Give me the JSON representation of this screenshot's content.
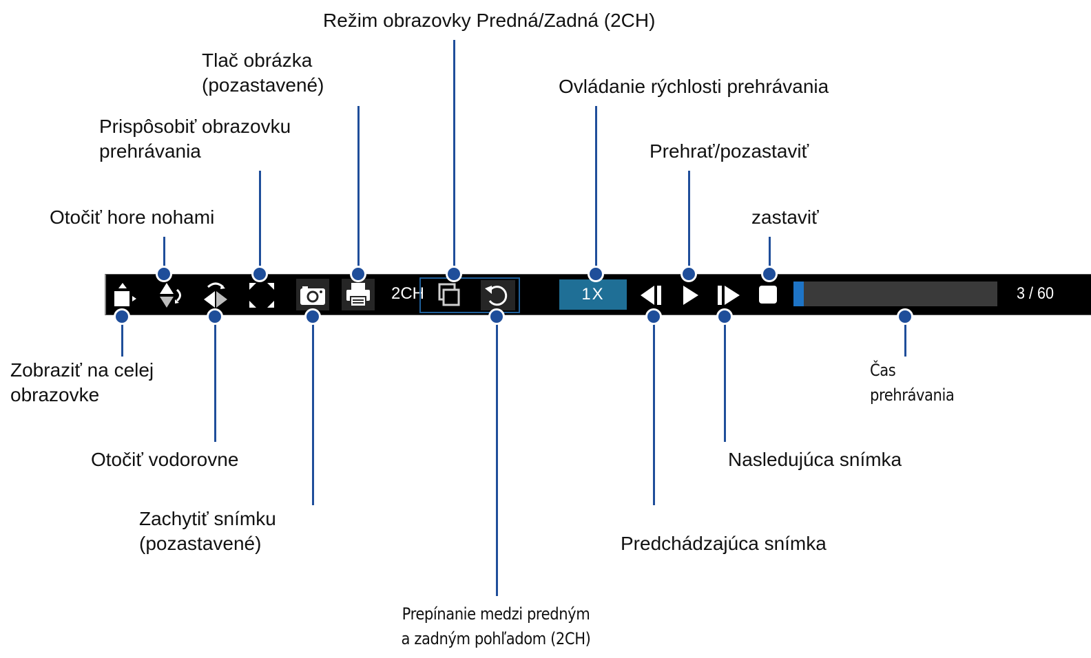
{
  "toolbar": {
    "twoch_label": "2CH",
    "speed_label": "1X",
    "playback_progress": 0.05,
    "frame_counter": "3 / 60",
    "colors": {
      "toolbar_bg": "#000000",
      "speed_button": "#1f6f96",
      "progress_fill": "#1e74c6",
      "callout_line": "#1f4e9a"
    },
    "icons": [
      "fullscreen-icon",
      "flip-vertical-icon",
      "mirror-horizontal-icon",
      "fit-screen-icon",
      "camera-icon",
      "printer-icon",
      "dual-channel-icon",
      "switch-view-icon",
      "previous-frame-icon",
      "play-icon",
      "next-frame-icon",
      "stop-icon"
    ]
  },
  "callouts": {
    "screen_mode": "Režim obrazovky Predná/Zadná (2CH)",
    "print_image_1": "Tlač obrázka",
    "print_image_2": "(pozastavené)",
    "speed_control": "Ovládanie rýchlosti prehrávania",
    "fit_screen_1": "Prispôsobiť obrazovku",
    "fit_screen_2": "prehrávania",
    "play_pause": "Prehrať/pozastaviť",
    "flip_upside_down": "Otočiť hore nohami",
    "stop": "zastaviť",
    "fullscreen_1": "Zobraziť na celej",
    "fullscreen_2": "obrazovke",
    "playback_time_1": "Čas",
    "playback_time_2": "prehrávania",
    "rotate_horizontal": "Otočiť vodorovne",
    "next_frame": "Nasledujúca snímka",
    "capture_frame_1": "Zachytiť snímku",
    "capture_frame_2": "(pozastavené)",
    "previous_frame": "Predchádzajúca snímka",
    "switch_view_1": "Prepínanie medzi predným",
    "switch_view_2": "a zadným pohľadom (2CH)"
  }
}
